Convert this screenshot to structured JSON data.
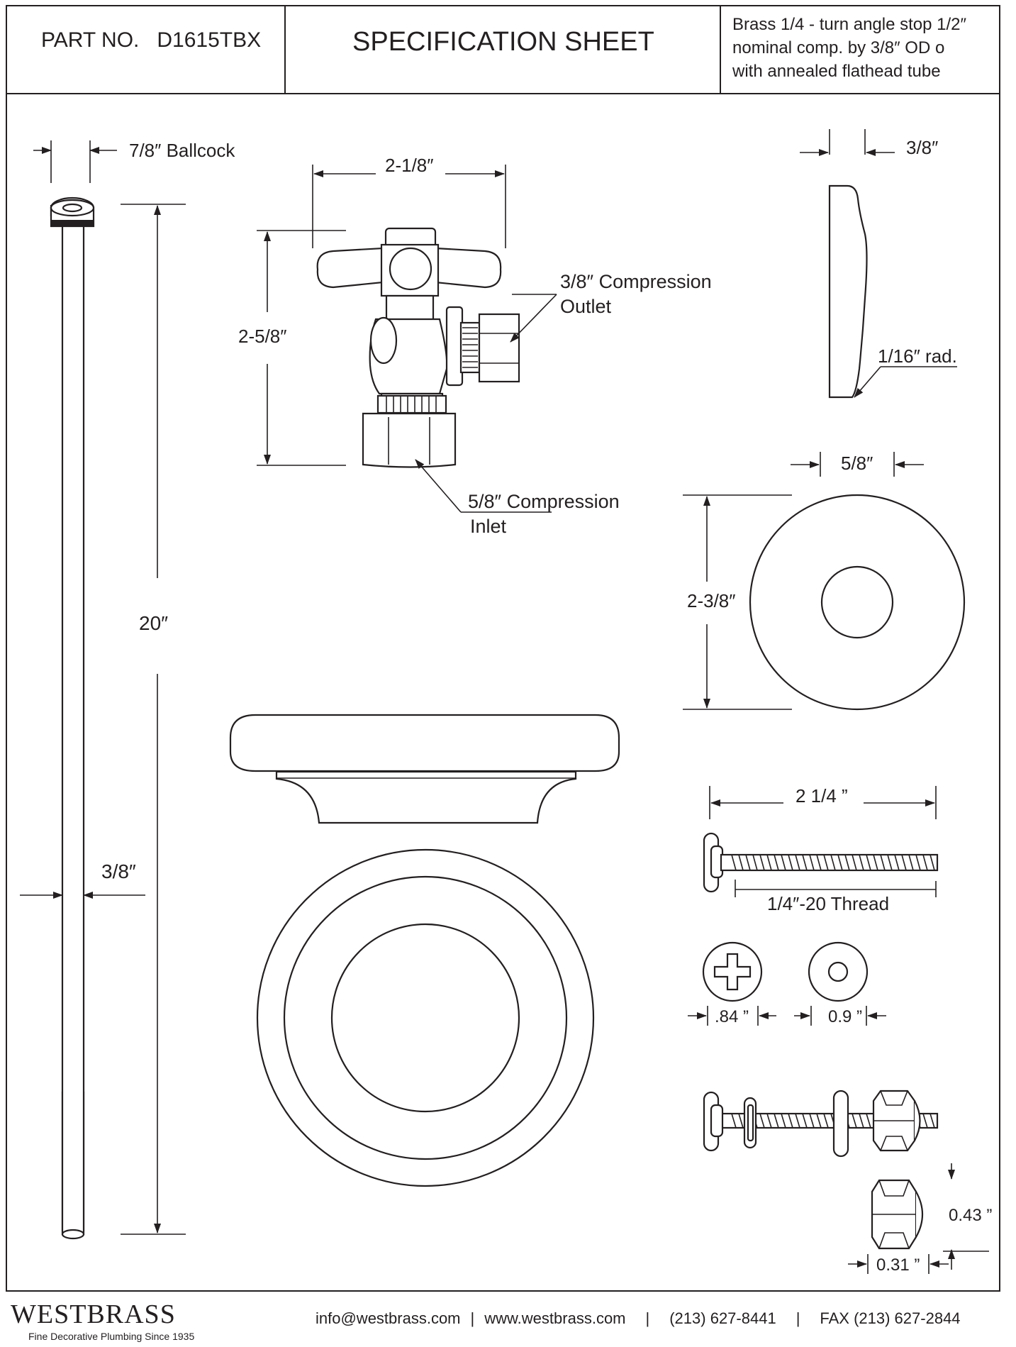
{
  "header": {
    "part_no": "PART NO.   D1615TBX",
    "title": "SPECIFICATION SHEET",
    "description": [
      "Brass 1/4 - turn angle stop 1/2″",
      "nominal comp. by 3/8″ OD o",
      "with annealed flathead tube"
    ]
  },
  "dimensions": {
    "ballcock": "7/8″ Ballcock",
    "tube_length": "20″",
    "tube_od": "3/8″",
    "valve_width": "2-1/8″",
    "valve_height": "2-5/8″",
    "outlet": [
      "3/8″ Compression",
      "Outlet"
    ],
    "inlet": [
      "5/8″ Compression",
      "Inlet"
    ],
    "sleeve_width": "3/8″",
    "sleeve_radius": "1/16″ rad.",
    "flange_hole": "5/8″",
    "flange_dia": "2-3/8″",
    "bolt_length": "2 1/4 ”",
    "thread": "1/4″-20 Thread",
    "cap_dia": ".84 ”",
    "washer_dia": "0.9 ”",
    "nut_height": "0.43 ”",
    "nut_width": "0.31 ”"
  },
  "footer": {
    "brand": "WESTBRASS",
    "tagline": "Fine Decorative Plumbing Since 1935",
    "email": "info@westbrass.com",
    "website": "www.westbrass.com",
    "phone": "(213) 627-8441",
    "fax": "FAX (213) 627-2844"
  }
}
